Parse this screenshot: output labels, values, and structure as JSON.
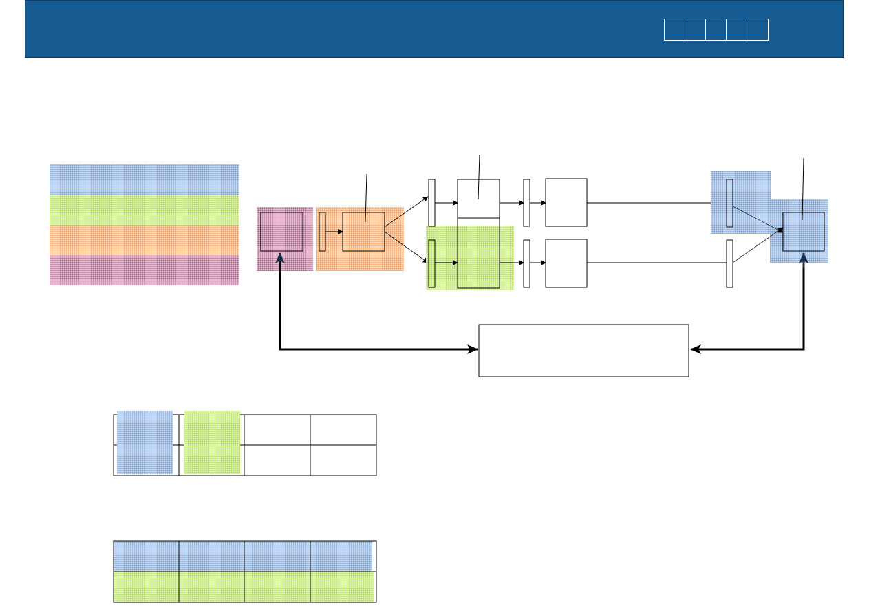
{
  "header": {
    "title": "",
    "pager": [
      "",
      "",
      "",
      "",
      ""
    ]
  },
  "colors": {
    "header_bg": "#155a91",
    "blue_fill": "#9fbce0",
    "green_fill": "#c6e676",
    "orange_fill": "#f8b37c",
    "purple_fill": "#c38aa9"
  },
  "legend": {
    "items": [
      {
        "color": "blue",
        "label": ""
      },
      {
        "color": "green",
        "label": ""
      },
      {
        "color": "orange",
        "label": ""
      },
      {
        "color": "purple",
        "label": ""
      }
    ]
  },
  "diagram": {
    "controller_label": ""
  },
  "table_top": {
    "rows": [
      [
        "",
        "",
        "",
        ""
      ],
      [
        "",
        "",
        "",
        ""
      ]
    ]
  },
  "table_bottom": {
    "rows": [
      [
        "",
        "",
        "",
        ""
      ],
      [
        "",
        "",
        "",
        ""
      ]
    ]
  }
}
